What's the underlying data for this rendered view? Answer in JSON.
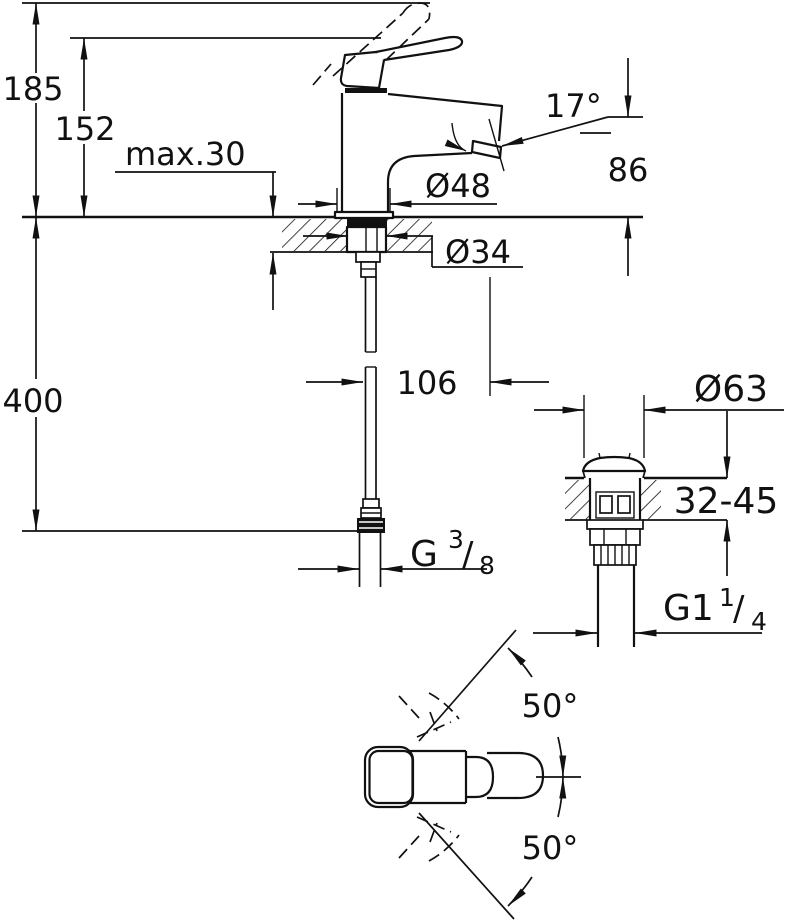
{
  "drawing": {
    "front": {
      "total_height": "185",
      "spout_height_ref": "152",
      "deck_max": "max.30",
      "base_diameter": "Ø48",
      "spray_angle": "17°",
      "outlet_height": "86",
      "hole_diameter": "Ø34",
      "hose_length": "400",
      "spout_projection": "106",
      "supply_thread": {
        "main": "G",
        "numerator": "3",
        "slash": "/",
        "denominator": "8"
      }
    },
    "waste": {
      "cap_diameter": "Ø63",
      "deck_range": "32-45",
      "thread": {
        "main": "G1",
        "numerator": "1",
        "slash": "/",
        "denominator": "4"
      }
    },
    "top": {
      "swing_upper": "50°",
      "swing_lower": "50°"
    }
  }
}
